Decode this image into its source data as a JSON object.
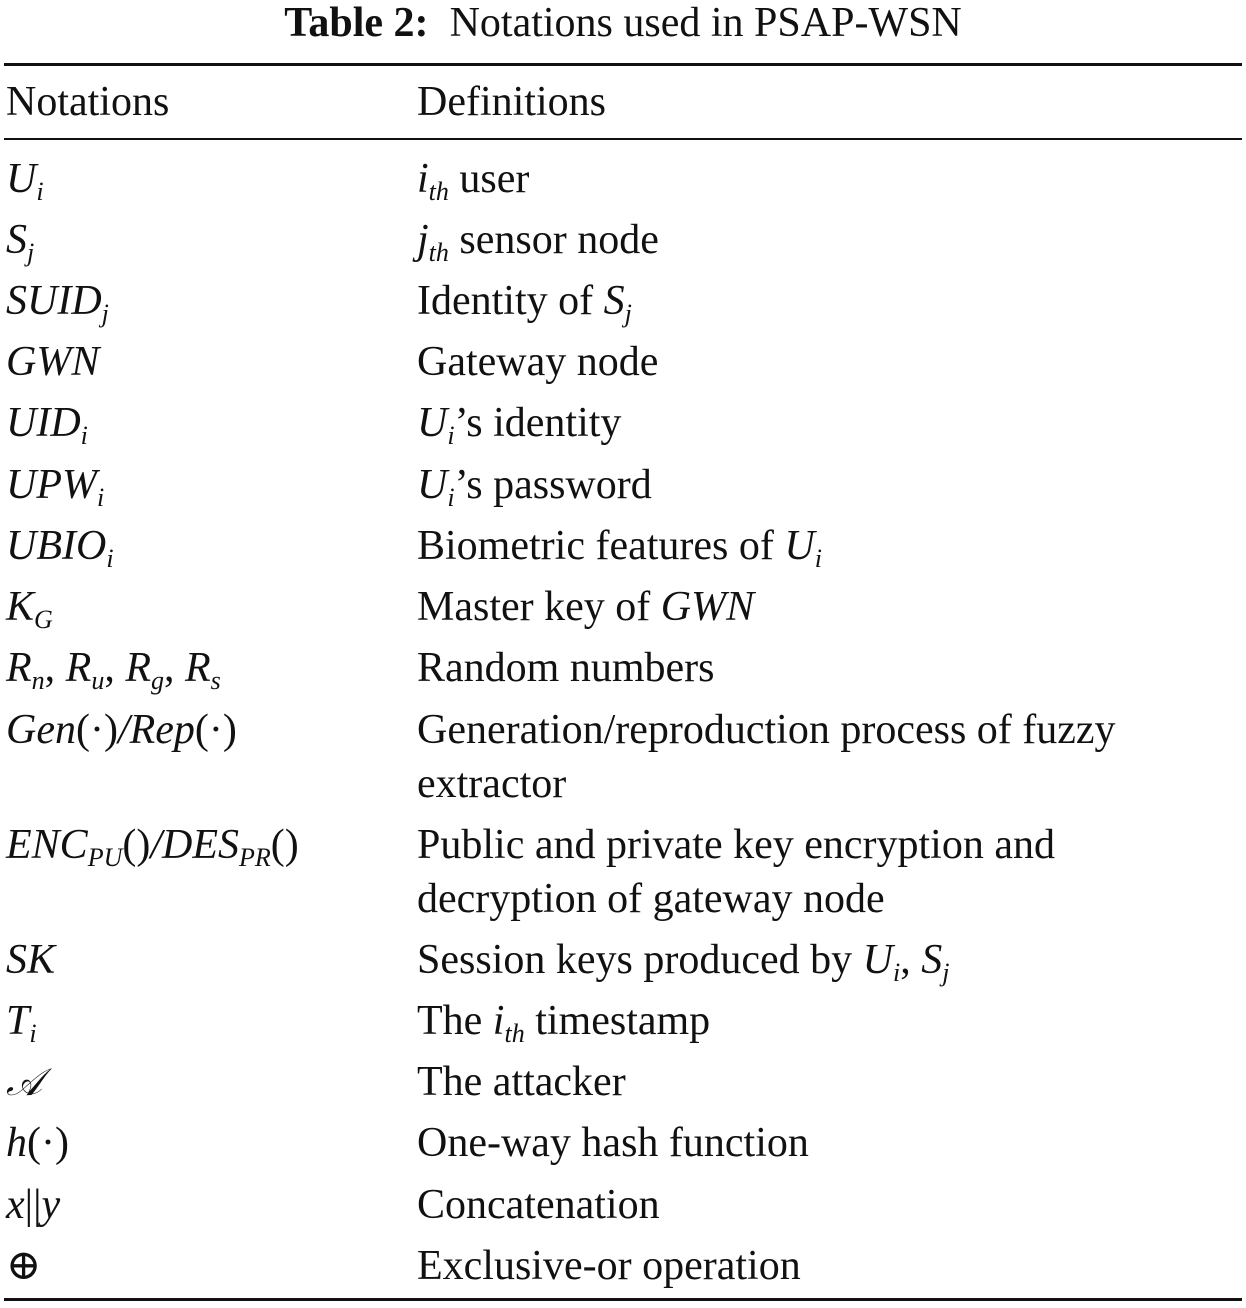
{
  "caption": {
    "label": "Table 2:",
    "text": "Notations used in PSAP-WSN"
  },
  "headers": {
    "notations": "Notations",
    "definitions": "Definitions"
  },
  "rows": [
    {
      "notation": {
        "pre": "",
        "base": "U",
        "sub": "i",
        "post": ""
      },
      "definition": {
        "pre": "",
        "em": "i",
        "sub": "th",
        "post": " user"
      }
    },
    {
      "notation": {
        "pre": "",
        "base": "S",
        "sub": "j",
        "post": ""
      },
      "definition": {
        "pre": "",
        "em": "j",
        "sub": "th",
        "post": " sensor node"
      }
    },
    {
      "notation": {
        "pre": "",
        "base": "SUID",
        "sub": "j",
        "post": ""
      },
      "definition": {
        "pre": "Identity of ",
        "em": "S",
        "sub": "j",
        "post": ""
      }
    },
    {
      "notation": {
        "pre": "",
        "base": "GWN",
        "sub": "",
        "post": ""
      },
      "definition": {
        "pre": "Gateway node",
        "em": "",
        "sub": "",
        "post": ""
      }
    },
    {
      "notation": {
        "pre": "",
        "base": "UID",
        "sub": "i",
        "post": ""
      },
      "definition": {
        "pre": "",
        "em": "U",
        "sub": "i",
        "post": "’s identity"
      }
    },
    {
      "notation": {
        "pre": "",
        "base": "UPW",
        "sub": "i",
        "post": ""
      },
      "definition": {
        "pre": "",
        "em": "U",
        "sub": "i",
        "post": "’s password"
      }
    },
    {
      "notation": {
        "pre": "",
        "base": "UBIO",
        "sub": "i",
        "post": ""
      },
      "definition": {
        "pre": "Biometric features of ",
        "em": "U",
        "sub": "i",
        "post": ""
      }
    },
    {
      "notation": {
        "pre": "",
        "base": "K",
        "sub": "G",
        "post": ""
      },
      "definition": {
        "pre": "Master key of ",
        "em": "GWN",
        "sub": "",
        "post": ""
      }
    },
    {
      "notation": {
        "parts": [
          {
            "base": "R",
            "sub": "n",
            "sep": ", "
          },
          {
            "base": "R",
            "sub": "u",
            "sep": ", "
          },
          {
            "base": "R",
            "sub": "g",
            "sep": ", "
          },
          {
            "base": "R",
            "sub": "s",
            "sep": ""
          }
        ]
      },
      "definition": {
        "pre": "Random numbers",
        "em": "",
        "sub": "",
        "post": ""
      }
    },
    {
      "notation": {
        "a": "Gen",
        "a_arg": "(·)",
        "slash": "/",
        "b": "Rep",
        "b_arg": "(·)"
      },
      "definition": {
        "lines": [
          "Generation/reproduction process of fuzzy",
          "extractor"
        ]
      }
    },
    {
      "notation": {
        "a": "ENC",
        "a_sub": "PU",
        "a_arg": "()",
        "slash": "/",
        "b": "DES",
        "b_sub": "PR",
        "b_arg": "()"
      },
      "definition": {
        "lines": [
          "Public and private key encryption and",
          "decryption of gateway node"
        ]
      }
    },
    {
      "notation": {
        "pre": "",
        "base": "SK",
        "sub": "",
        "post": ""
      },
      "definition": {
        "pre": "Session keys produced by ",
        "em": "U",
        "sub": "i",
        "mid": ", ",
        "em2": "S",
        "sub2": "j"
      }
    },
    {
      "notation": {
        "pre": "",
        "base": "T",
        "sub": "i",
        "post": ""
      },
      "definition": {
        "pre": "The ",
        "em": "i",
        "sub": "th",
        "post": " timestamp"
      }
    },
    {
      "notation": {
        "script": "𝒜"
      },
      "definition": {
        "pre": "The attacker",
        "em": "",
        "sub": "",
        "post": ""
      }
    },
    {
      "notation": {
        "base": "h",
        "arg": "(·)"
      },
      "definition": {
        "pre": "One-way hash function",
        "em": "",
        "sub": "",
        "post": ""
      }
    },
    {
      "notation": {
        "x": "x",
        "bars": "||",
        "y": "y"
      },
      "definition": {
        "pre": "Concatenation",
        "em": "",
        "sub": "",
        "post": ""
      }
    },
    {
      "notation": {
        "symbol": "⊕"
      },
      "definition": {
        "pre": "Exclusive-or operation",
        "em": "",
        "sub": "",
        "post": ""
      }
    }
  ]
}
